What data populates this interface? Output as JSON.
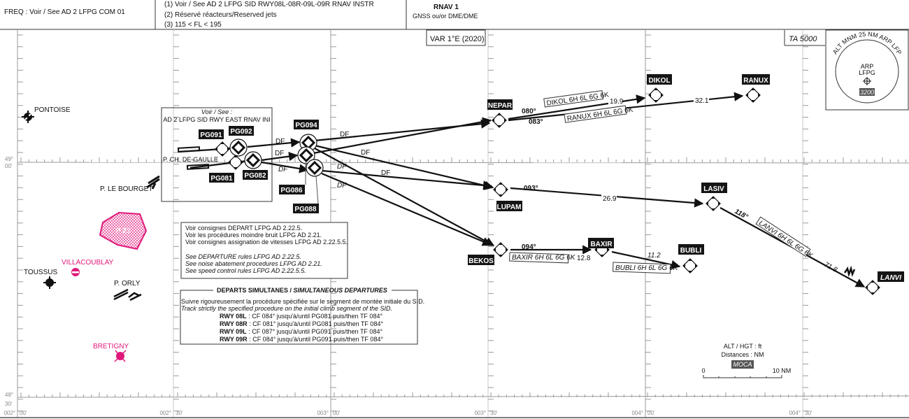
{
  "header": {
    "freq": "FREQ : Voir / See AD 2 LFPG COM 01",
    "notes": [
      "(1) Voir / See AD 2 LFPG SID RWY08L-08R-09L-09R RNAV INSTR",
      "(2) Réservé réacteurs/Reserved jets",
      "(3) 115 < FL < 195"
    ],
    "nav_spec": "RNAV 1",
    "nav_sensor": "GNSS ou/or DME/DME"
  },
  "chart": {
    "variation": "VAR 1°E (2020)",
    "transition_altitude": "TA  5000",
    "msa": {
      "arc_label": "ALT MNM 25 NM ARP LFPG",
      "center_label_1": "ARP",
      "center_label_2": "LFPG",
      "altitude": "3200"
    },
    "inset": {
      "title": "Voir / See :",
      "ref": "AD 2 LFPG SID RWY EAST RNAV INI",
      "aerodrome": "P. CH. DE-GAULLE"
    },
    "waypoints": {
      "PG091": "PG091",
      "PG092": "PG092",
      "PG081": "PG081",
      "PG082": "PG082",
      "PG094": "PG094",
      "PG086": "PG086",
      "PG088": "PG088",
      "NEPAR": "NEPAR",
      "DIKOL": "DIKOL",
      "RANUX": "RANUX",
      "LUPAM": "LUPAM",
      "LASIV": "LASIV",
      "LANVI": "LANVI",
      "BEKOS": "BEKOS",
      "BAXIR": "BAXIR",
      "BUBLI": "BUBLI"
    },
    "leg_type": "DF",
    "legs": {
      "nepar_dikol": {
        "course": "080°",
        "distance": "19.9",
        "route": "DIKOL 6H 6L 6G 6K"
      },
      "nepar_ranux": {
        "course": "083°",
        "distance": "32.1",
        "route": "RANUX 6H 6L 6G 6K"
      },
      "lupam_lasiv": {
        "course": "093°",
        "distance": "26.9"
      },
      "lasiv_lanvi": {
        "course": "118°",
        "distance": "71.8",
        "route": "LANVI 6H 6L 6G 6K"
      },
      "bekos_baxir": {
        "course": "094°",
        "distance": "12.8",
        "route": "BAXIR 6H 6L 6G 6K"
      },
      "baxir_bubli": {
        "distance": "11.2",
        "route": "BUBLI 6H 6L 6G 6K"
      }
    },
    "aerodromes": {
      "pontoise": "PONTOISE",
      "le_bourget": "P. LE BOURGET",
      "p23": "P 23",
      "villacoublay": "VILLACOUBLAY",
      "toussus": "TOUSSUS",
      "orly": "P. ORLY",
      "bretigny": "BRETIGNY"
    },
    "instructions": {
      "fr": [
        "Voir consignes DEPART LFPG AD 2.22.5.",
        "Voir les procédures moindre bruit LFPG AD 2.21.",
        "Voir consignes assignation de vitesses LFPG AD 2.22.5.5."
      ],
      "en": [
        "See DEPARTURE rules LFPG AD 2.22.5.",
        "See noise abatement procedures LFPG AD 2.21.",
        "See speed control rules LFPG AD 2.22.5.5."
      ]
    },
    "simultaneous": {
      "title_fr": "DEPARTS SIMULTANES / ",
      "title_en": "SIMULTANEOUS DEPARTURES",
      "line_fr": "Suivre rigoureusement la procédure spécifiée sur le segment de montée initiale du SID.",
      "line_en": "Track strictly the specified procedure on the initial climb segment of the SID.",
      "rows": [
        {
          "rwy": "RWY 08L",
          "text": " : CF 084° jusqu'à/until PG081 puis/then TF 084°"
        },
        {
          "rwy": "RWY 08R",
          "text": " : CF 081° jusqu'à/until PG081 puis/then TF 084°"
        },
        {
          "rwy": "RWY 09L",
          "text": " : CF 087° jusqu'à/until PG091 puis/then TF 084°"
        },
        {
          "rwy": "RWY 09R",
          "text": " : CF 084° jusqu'à/until PG091 puis/then TF 084°"
        }
      ]
    },
    "legend": {
      "units_alt": "ALT / HGT : ft",
      "units_dist": "Distances : NM",
      "moca": "MOCA",
      "scale_start": "0",
      "scale_end": "10 NM"
    },
    "coords": {
      "lat_49_deg": "49°",
      "lat_49_min": "00'",
      "lat_48_deg": "48°",
      "lat_48_min": "30'",
      "lon": [
        {
          "deg": "002°",
          "min": "00'"
        },
        {
          "deg": "002°",
          "min": "30'"
        },
        {
          "deg": "003°",
          "min": "00'"
        },
        {
          "deg": "003°",
          "min": "30'"
        },
        {
          "deg": "004°",
          "min": "00'"
        },
        {
          "deg": "004°",
          "min": "30'"
        }
      ]
    },
    "colors": {
      "restricted": "#e0187a",
      "line": "#111111",
      "grid": "#9a9a9a"
    }
  }
}
